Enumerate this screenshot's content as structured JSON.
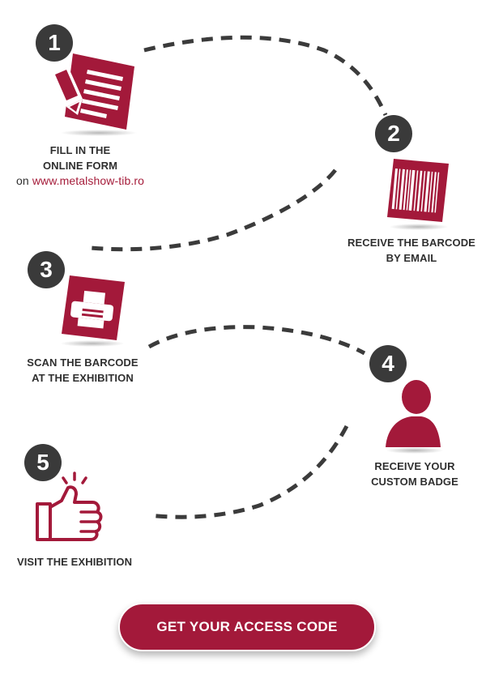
{
  "brand_color": "#a3193a",
  "steps": [
    {
      "number": "1",
      "icon": "document-form-icon",
      "line1": "FILL IN THE",
      "line2": "ONLINE FORM",
      "prefix": "on",
      "url": "www.metalshow-tib.ro"
    },
    {
      "number": "2",
      "icon": "barcode-icon",
      "line1": "RECEIVE THE BARCODE",
      "line2": "BY EMAIL"
    },
    {
      "number": "3",
      "icon": "printer-icon",
      "line1": "SCAN THE BARCODE",
      "line2": "AT THE EXHIBITION"
    },
    {
      "number": "4",
      "icon": "user-badge-icon",
      "line1": "RECEIVE YOUR",
      "line2": "CUSTOM BADGE"
    },
    {
      "number": "5",
      "icon": "thumbs-up-icon",
      "line1": "VISIT THE EXHIBITION"
    }
  ],
  "cta": {
    "label": "GET YOUR ACCESS CODE"
  }
}
